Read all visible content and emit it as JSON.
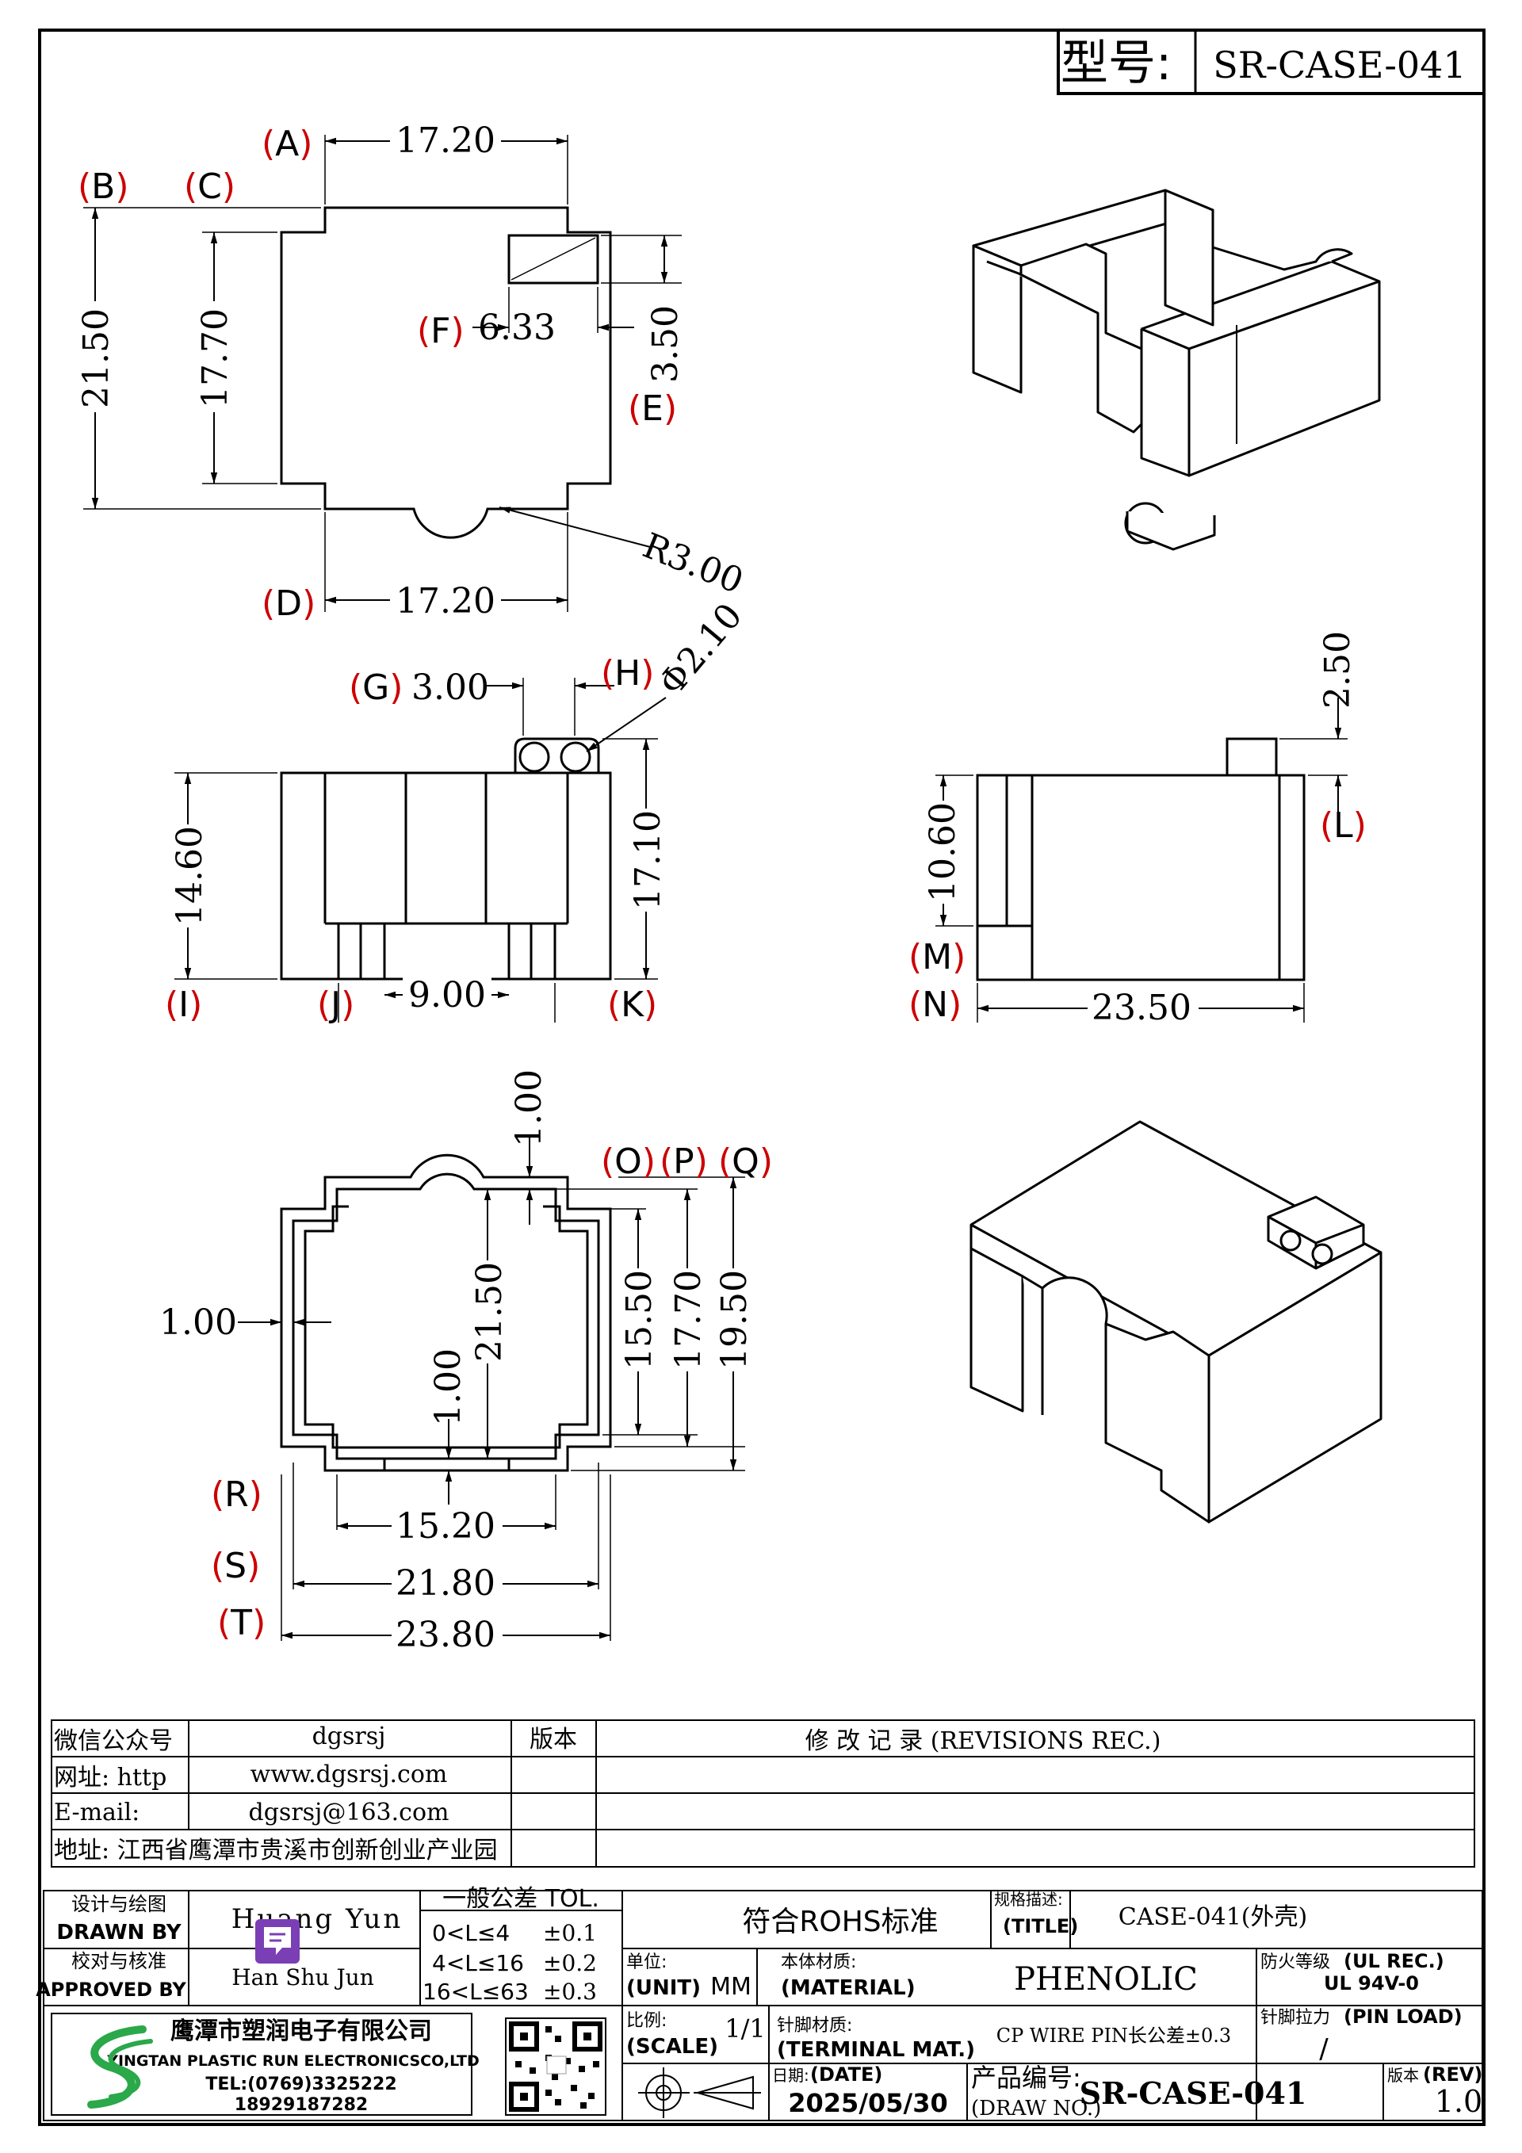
{
  "model": {
    "label": "型号:",
    "value": "SR-CASE-041"
  },
  "views": {
    "top": {
      "dims": {
        "width_top": "17.20",
        "width_bottom": "17.20",
        "height_outer": "21.50",
        "height_inner": "17.70",
        "window_width": "6.33",
        "window_height": "3.50",
        "radius": "R3.00"
      },
      "refs": {
        "A": "A",
        "B": "B",
        "C": "C",
        "D": "D",
        "E": "E",
        "F": "F"
      }
    },
    "front": {
      "dims": {
        "pin_pitch": "3.00",
        "pin_dia": "Φ2.10",
        "body_height": "14.60",
        "total_height": "17.10",
        "foot_gap": "9.00"
      },
      "refs": {
        "G": "G",
        "H": "H",
        "I": "I",
        "J": "J",
        "K": "K"
      }
    },
    "side": {
      "dims": {
        "pin_height": "2.50",
        "body_height": "10.60",
        "length": "23.50"
      },
      "refs": {
        "L": "L",
        "M": "M",
        "N": "N"
      }
    },
    "bottom": {
      "dims": {
        "top_gap": "1.00",
        "left_wall": "1.00",
        "inner_height": "21.50",
        "inner_gap": "1.00",
        "h1": "15.50",
        "h2": "17.70",
        "h3": "19.50",
        "w1": "15.20",
        "w2": "21.80",
        "w3": "23.80"
      },
      "refs": {
        "O": "O",
        "P": "P",
        "Q": "Q",
        "R": "R",
        "S": "S",
        "T": "T"
      }
    }
  },
  "info": {
    "wechat_label": "微信公众号",
    "wechat_value": "dgsrsj",
    "web_label": "网址: http",
    "web_value": "www.dgsrsj.com",
    "email_label": "E-mail:",
    "email_value": "dgsrsj@163.com",
    "address": "地址: 江西省鹰潭市贵溪市创新创业产业园",
    "version_label": "版本",
    "revisions_label": "修 改 记 录 (REVISIONS REC.)"
  },
  "title_block": {
    "drawn_cn": "设计与绘图",
    "drawn_en": "DRAWN BY",
    "drawn_name": "Huang Yun",
    "approved_cn": "校对与核准",
    "approved_en": "APPROVED BY",
    "approved_name": "Han Shu Jun",
    "tol_header": "一般公差 TOL.",
    "tol_rows": [
      {
        "range": "0<L≤4",
        "tol": "±0.1"
      },
      {
        "range": "4<L≤16",
        "tol": "±0.2"
      },
      {
        "range": "16<L≤63",
        "tol": "±0.3"
      }
    ],
    "rohs": "符合ROHS标准",
    "title_cn": "规格描述:",
    "title_en": "(TITLE)",
    "title_value": "CASE-041(外壳)",
    "unit_label": "单位:",
    "unit_en": "(UNIT)",
    "unit_value": "MM",
    "material_cn": "本体材质:",
    "material_en": "(MATERIAL)",
    "material_value": "PHENOLIC",
    "ul_cn": "防火等级",
    "ul_en": "(UL REC.)",
    "ul_value": "UL 94V-0",
    "scale_cn": "比例:",
    "scale_en": "(SCALE)",
    "scale_value": "1/1",
    "terminal_cn": "针脚材质:",
    "terminal_en": "(TERMINAL MAT.)",
    "terminal_value": "CP WIRE  PIN长公差±0.3",
    "pinload_cn": "针脚拉力",
    "pinload_en": "(PIN LOAD)",
    "pinload_value": "/",
    "date_cn": "日期:",
    "date_en": "(DATE)",
    "date_value": "2025/05/30",
    "drawno_cn": "产品编号:",
    "drawno_en": "(DRAW NO.)",
    "drawno_value": "SR-CASE-041",
    "rev_cn": "版本",
    "rev_en": "(REV)",
    "rev_value": "1.0",
    "company_cn": "鹰潭市塑润电子有限公司",
    "company_en": "YINGTAN PLASTIC RUN ELECTRONICSCO,LTD",
    "tel": "TEL:(0769)3325222",
    "phone": "18929187282"
  },
  "colors": {
    "ref_red": "#cc0000",
    "line": "#000000",
    "logo_green": "#2aa84a",
    "badge_purple": "#7b3fb5"
  },
  "icons": [
    "projection-symbol-icon",
    "qr-code-icon",
    "company-logo-icon",
    "comment-badge-icon"
  ]
}
